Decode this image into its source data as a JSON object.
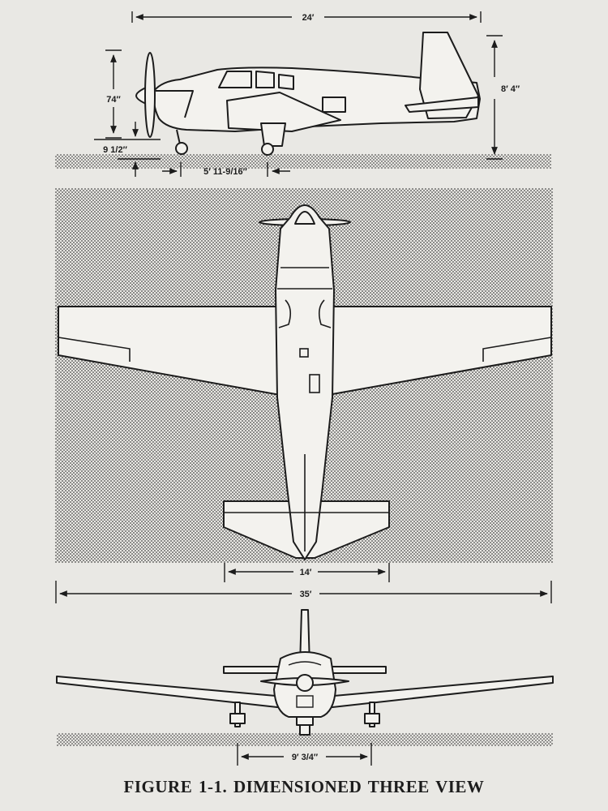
{
  "side_view": {
    "overall_length": "24′",
    "overall_height": "8′ 4″",
    "prop_height": "74″",
    "prop_clearance": "9 1/2″",
    "wheel_base": "5′ 11-9/16″"
  },
  "top_view": {
    "stabilizer_span": "14′",
    "wing_span": "35′"
  },
  "front_view": {
    "wheel_track": "9′ 3/4″"
  },
  "caption": "FIGURE 1-1.  DIMENSIONED THREE VIEW",
  "colors": {
    "paper": "#e9e8e4",
    "ink": "#1c1c1c",
    "fill": "#f3f2ee"
  }
}
